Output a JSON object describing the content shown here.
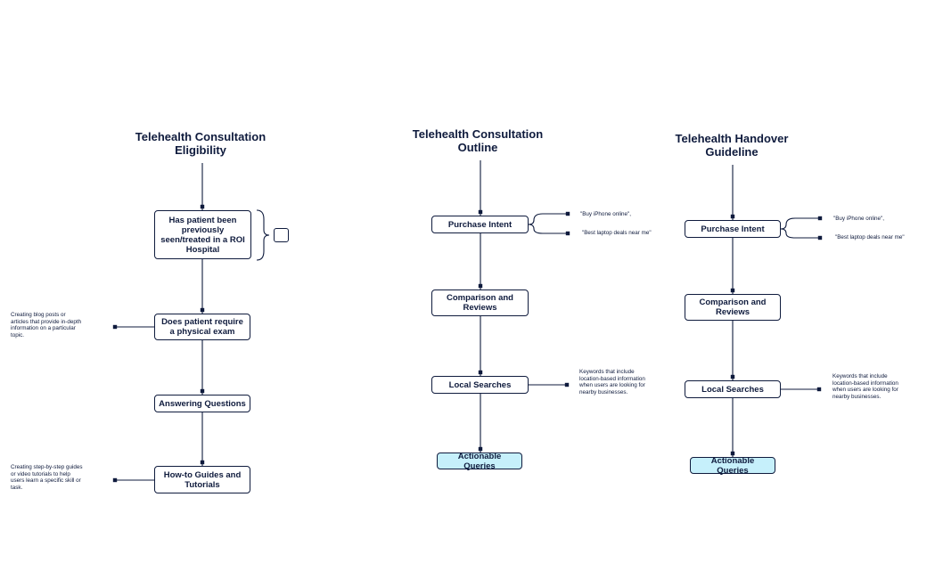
{
  "diagrams": [
    {
      "title": "Telehealth Consultation\nEligibility",
      "nodes": [
        "Has patient been\npreviously\nseen/treated in a ROI\nHospital",
        "Does patient require\na physical exam",
        "Answering Questions",
        "How-to Guides and\nTutorials"
      ],
      "notes": [
        "Creating blog posts or\narticles that provide in-depth\ninformation on a particular\ntopic.",
        "Creating step-by-step guides\nor video tutorials to help\nusers learn a specific skill or\ntask."
      ]
    },
    {
      "title": "Telehealth Consultation\nOutline",
      "nodes": [
        "Purchase Intent",
        "Comparison and\nReviews",
        "Local Searches",
        "Actionable Queries"
      ],
      "notes": [
        "\"Buy iPhone online\",",
        "\"Best laptop deals near me\"",
        "Keywords that include\nlocation-based information\nwhen users are looking for\nnearby businesses."
      ]
    },
    {
      "title": "Telehealth Handover\nGuideline",
      "nodes": [
        "Purchase Intent",
        "Comparison and\nReviews",
        "Local Searches",
        "Actionable Queries"
      ],
      "notes": [
        "\"Buy iPhone online\",",
        "\"Best laptop deals near me\"",
        "Keywords that include\nlocation-based information\nwhen users are looking for\nnearby businesses."
      ]
    }
  ],
  "colors": {
    "ink": "#0f1b3d",
    "highlight": "#c6f0fb"
  }
}
